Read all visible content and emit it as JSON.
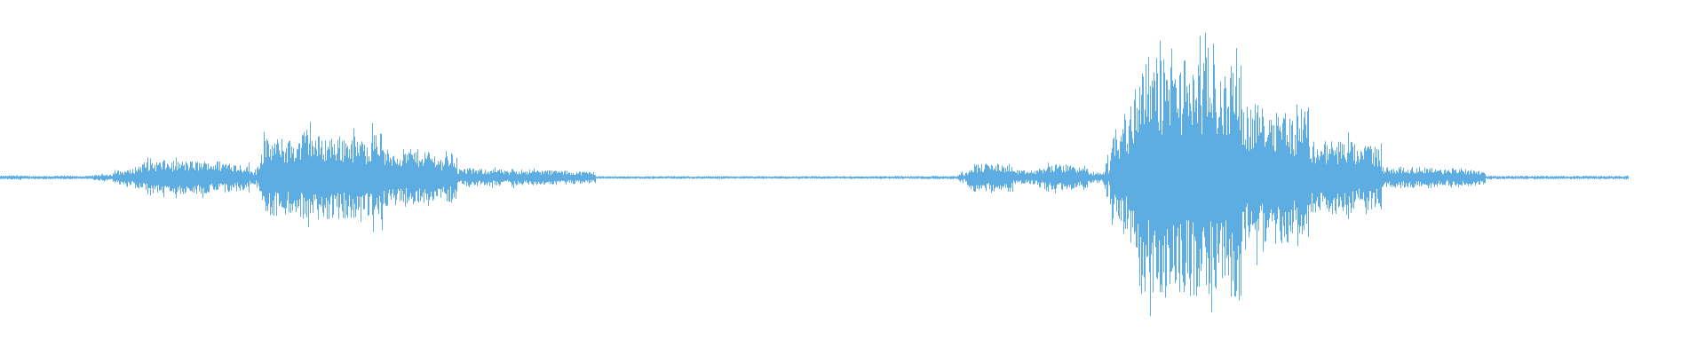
{
  "waveform": {
    "color": "#5dade2",
    "segments": [
      {
        "start": 0.0,
        "end": 0.065,
        "amplitude": 0.01
      },
      {
        "start": 0.065,
        "end": 0.075,
        "amplitude": 0.04
      },
      {
        "start": 0.075,
        "end": 0.145,
        "amplitude": 0.095
      },
      {
        "start": 0.145,
        "end": 0.15,
        "amplitude": 0.04
      },
      {
        "start": 0.15,
        "end": 0.175,
        "amplitude": 0.22
      },
      {
        "start": 0.175,
        "end": 0.215,
        "amplitude": 0.24
      },
      {
        "start": 0.215,
        "end": 0.26,
        "amplitude": 0.16
      },
      {
        "start": 0.26,
        "end": 0.3,
        "amplitude": 0.05
      },
      {
        "start": 0.3,
        "end": 0.545,
        "amplitude": 0.008
      },
      {
        "start": 0.545,
        "end": 0.565,
        "amplitude": 0.01
      },
      {
        "start": 0.565,
        "end": 0.59,
        "amplitude": 0.08
      },
      {
        "start": 0.59,
        "end": 0.61,
        "amplitude": 0.04
      },
      {
        "start": 0.61,
        "end": 0.635,
        "amplitude": 0.075
      },
      {
        "start": 0.635,
        "end": 0.65,
        "amplitude": 0.03
      },
      {
        "start": 0.65,
        "end": 0.66,
        "amplitude": 0.28
      },
      {
        "start": 0.66,
        "end": 0.72,
        "amplitude": 0.68
      },
      {
        "start": 0.72,
        "end": 0.76,
        "amplitude": 0.42
      },
      {
        "start": 0.76,
        "end": 0.8,
        "amplitude": 0.21
      },
      {
        "start": 0.8,
        "end": 0.85,
        "amplitude": 0.06
      },
      {
        "start": 0.85,
        "end": 0.955,
        "amplitude": 0.01
      }
    ]
  }
}
